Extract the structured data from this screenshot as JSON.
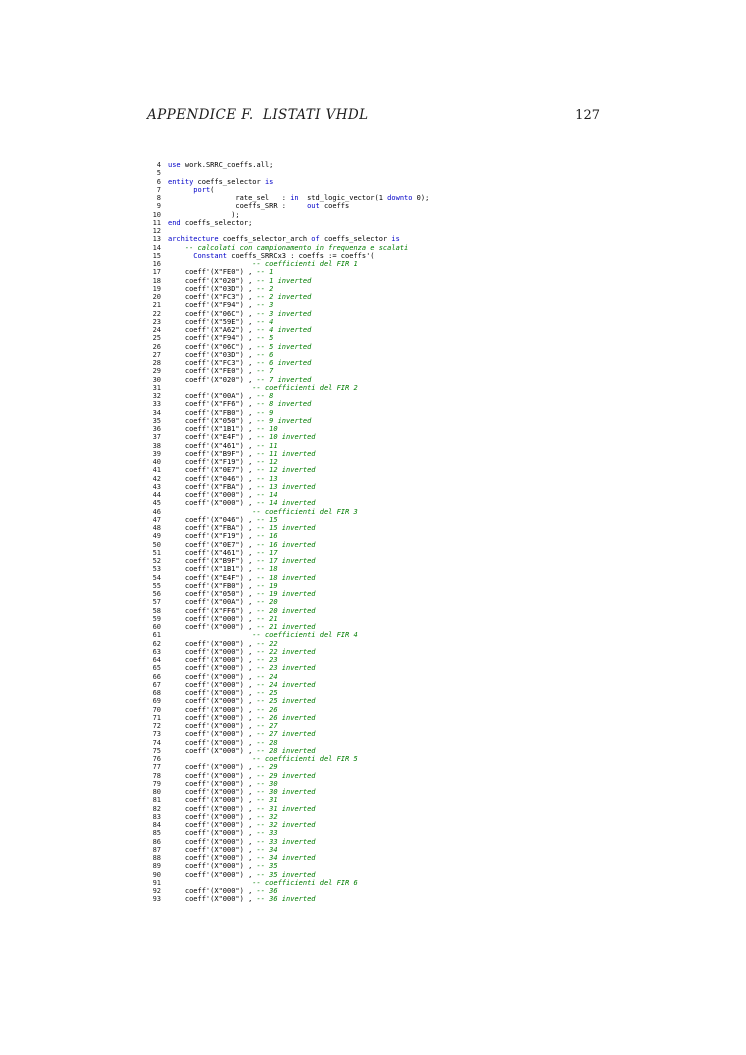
{
  "header": {
    "title": "APPENDICE F.  LISTATI VHDL",
    "page_number": "127"
  },
  "colors": {
    "keyword": "#0000c8",
    "comment": "#007d00",
    "plain": "#000000",
    "lineno": "#1a1a1a",
    "page_bg": "#ffffff"
  },
  "listing": {
    "lines": [
      {
        "n": "4",
        "s": [
          [
            "k",
            "use"
          ],
          [
            "p",
            " work.SRRC_coeffs.all;"
          ]
        ]
      },
      {
        "n": "5",
        "s": []
      },
      {
        "n": "6",
        "s": [
          [
            "k",
            "entity"
          ],
          [
            "p",
            " coeffs_selector "
          ],
          [
            "k",
            "is"
          ]
        ]
      },
      {
        "n": "7",
        "s": [
          [
            "p",
            "      "
          ],
          [
            "k",
            "port"
          ],
          [
            "p",
            "("
          ]
        ]
      },
      {
        "n": "8",
        "s": [
          [
            "p",
            "                rate_sel   : "
          ],
          [
            "k",
            "in"
          ],
          [
            "p",
            "  std_logic_vector(1 "
          ],
          [
            "k",
            "downto"
          ],
          [
            "p",
            " 0);"
          ]
        ]
      },
      {
        "n": "9",
        "s": [
          [
            "p",
            "                coeffs_SRR :     "
          ],
          [
            "k",
            "out"
          ],
          [
            "p",
            " coeffs"
          ]
        ]
      },
      {
        "n": "10",
        "s": [
          [
            "p",
            "               );"
          ]
        ]
      },
      {
        "n": "11",
        "s": [
          [
            "k",
            "end"
          ],
          [
            "p",
            " coeffs_selector;"
          ]
        ]
      },
      {
        "n": "12",
        "s": []
      },
      {
        "n": "13",
        "s": [
          [
            "k",
            "architecture"
          ],
          [
            "p",
            " coeffs_selector_arch "
          ],
          [
            "k",
            "of"
          ],
          [
            "p",
            " coeffs_selector "
          ],
          [
            "k",
            "is"
          ]
        ]
      },
      {
        "n": "14",
        "s": [
          [
            "p",
            "    "
          ],
          [
            "c",
            "-- calcolati con campionamento in frequenza e scalati"
          ]
        ]
      },
      {
        "n": "15",
        "s": [
          [
            "p",
            "      "
          ],
          [
            "k",
            "Constant"
          ],
          [
            "p",
            " coeffs_SRRCx3 : coeffs := coeffs'("
          ]
        ]
      },
      {
        "n": "16",
        "s": [
          [
            "p",
            "                    "
          ],
          [
            "c",
            "-- coefficienti del FIR 1"
          ]
        ]
      },
      {
        "n": "17",
        "s": [
          [
            "p",
            "    coeff'(X\"FE0\") , "
          ],
          [
            "c",
            "-- 1"
          ]
        ]
      },
      {
        "n": "18",
        "s": [
          [
            "p",
            "    coeff'(X\"020\") , "
          ],
          [
            "c",
            "-- 1 inverted"
          ]
        ]
      },
      {
        "n": "19",
        "s": [
          [
            "p",
            "    coeff'(X\"03D\") , "
          ],
          [
            "c",
            "-- 2"
          ]
        ]
      },
      {
        "n": "20",
        "s": [
          [
            "p",
            "    coeff'(X\"FC3\") , "
          ],
          [
            "c",
            "-- 2 inverted"
          ]
        ]
      },
      {
        "n": "21",
        "s": [
          [
            "p",
            "    coeff'(X\"F94\") , "
          ],
          [
            "c",
            "-- 3"
          ]
        ]
      },
      {
        "n": "22",
        "s": [
          [
            "p",
            "    coeff'(X\"06C\") , "
          ],
          [
            "c",
            "-- 3 inverted"
          ]
        ]
      },
      {
        "n": "23",
        "s": [
          [
            "p",
            "    coeff'(X\"59E\") , "
          ],
          [
            "c",
            "-- 4"
          ]
        ]
      },
      {
        "n": "24",
        "s": [
          [
            "p",
            "    coeff'(X\"A62\") , "
          ],
          [
            "c",
            "-- 4 inverted"
          ]
        ]
      },
      {
        "n": "25",
        "s": [
          [
            "p",
            "    coeff'(X\"F94\") , "
          ],
          [
            "c",
            "-- 5"
          ]
        ]
      },
      {
        "n": "26",
        "s": [
          [
            "p",
            "    coeff'(X\"06C\") , "
          ],
          [
            "c",
            "-- 5 inverted"
          ]
        ]
      },
      {
        "n": "27",
        "s": [
          [
            "p",
            "    coeff'(X\"03D\") , "
          ],
          [
            "c",
            "-- 6"
          ]
        ]
      },
      {
        "n": "28",
        "s": [
          [
            "p",
            "    coeff'(X\"FC3\") , "
          ],
          [
            "c",
            "-- 6 inverted"
          ]
        ]
      },
      {
        "n": "29",
        "s": [
          [
            "p",
            "    coeff'(X\"FE0\") , "
          ],
          [
            "c",
            "-- 7"
          ]
        ]
      },
      {
        "n": "30",
        "s": [
          [
            "p",
            "    coeff'(X\"020\") , "
          ],
          [
            "c",
            "-- 7 inverted"
          ]
        ]
      },
      {
        "n": "31",
        "s": [
          [
            "p",
            "                    "
          ],
          [
            "c",
            "-- coefficienti del FIR 2"
          ]
        ]
      },
      {
        "n": "32",
        "s": [
          [
            "p",
            "    coeff'(X\"00A\") , "
          ],
          [
            "c",
            "-- 8"
          ]
        ]
      },
      {
        "n": "33",
        "s": [
          [
            "p",
            "    coeff'(X\"FF6\") , "
          ],
          [
            "c",
            "-- 8 inverted"
          ]
        ]
      },
      {
        "n": "34",
        "s": [
          [
            "p",
            "    coeff'(X\"FB0\") , "
          ],
          [
            "c",
            "-- 9"
          ]
        ]
      },
      {
        "n": "35",
        "s": [
          [
            "p",
            "    coeff'(X\"050\") , "
          ],
          [
            "c",
            "-- 9 inverted"
          ]
        ]
      },
      {
        "n": "36",
        "s": [
          [
            "p",
            "    coeff'(X\"1B1\") , "
          ],
          [
            "c",
            "-- 10"
          ]
        ]
      },
      {
        "n": "37",
        "s": [
          [
            "p",
            "    coeff'(X\"E4F\") , "
          ],
          [
            "c",
            "-- 10 inverted"
          ]
        ]
      },
      {
        "n": "38",
        "s": [
          [
            "p",
            "    coeff'(X\"461\") , "
          ],
          [
            "c",
            "-- 11"
          ]
        ]
      },
      {
        "n": "39",
        "s": [
          [
            "p",
            "    coeff'(X\"B9F\") , "
          ],
          [
            "c",
            "-- 11 inverted"
          ]
        ]
      },
      {
        "n": "40",
        "s": [
          [
            "p",
            "    coeff'(X\"F19\") , "
          ],
          [
            "c",
            "-- 12"
          ]
        ]
      },
      {
        "n": "41",
        "s": [
          [
            "p",
            "    coeff'(X\"0E7\") , "
          ],
          [
            "c",
            "-- 12 inverted"
          ]
        ]
      },
      {
        "n": "42",
        "s": [
          [
            "p",
            "    coeff'(X\"046\") , "
          ],
          [
            "c",
            "-- 13"
          ]
        ]
      },
      {
        "n": "43",
        "s": [
          [
            "p",
            "    coeff'(X\"FBA\") , "
          ],
          [
            "c",
            "-- 13 inverted"
          ]
        ]
      },
      {
        "n": "44",
        "s": [
          [
            "p",
            "    coeff'(X\"000\") , "
          ],
          [
            "c",
            "-- 14"
          ]
        ]
      },
      {
        "n": "45",
        "s": [
          [
            "p",
            "    coeff'(X\"000\") , "
          ],
          [
            "c",
            "-- 14 inverted"
          ]
        ]
      },
      {
        "n": "46",
        "s": [
          [
            "p",
            "                    "
          ],
          [
            "c",
            "-- coefficienti del FIR 3"
          ]
        ]
      },
      {
        "n": "47",
        "s": [
          [
            "p",
            "    coeff'(X\"046\") , "
          ],
          [
            "c",
            "-- 15"
          ]
        ]
      },
      {
        "n": "48",
        "s": [
          [
            "p",
            "    coeff'(X\"FBA\") , "
          ],
          [
            "c",
            "-- 15 inverted"
          ]
        ]
      },
      {
        "n": "49",
        "s": [
          [
            "p",
            "    coeff'(X\"F19\") , "
          ],
          [
            "c",
            "-- 16"
          ]
        ]
      },
      {
        "n": "50",
        "s": [
          [
            "p",
            "    coeff'(X\"0E7\") , "
          ],
          [
            "c",
            "-- 16 inverted"
          ]
        ]
      },
      {
        "n": "51",
        "s": [
          [
            "p",
            "    coeff'(X\"461\") , "
          ],
          [
            "c",
            "-- 17"
          ]
        ]
      },
      {
        "n": "52",
        "s": [
          [
            "p",
            "    coeff'(X\"B9F\") , "
          ],
          [
            "c",
            "-- 17 inverted"
          ]
        ]
      },
      {
        "n": "53",
        "s": [
          [
            "p",
            "    coeff'(X\"1B1\") , "
          ],
          [
            "c",
            "-- 18"
          ]
        ]
      },
      {
        "n": "54",
        "s": [
          [
            "p",
            "    coeff'(X\"E4F\") , "
          ],
          [
            "c",
            "-- 18 inverted"
          ]
        ]
      },
      {
        "n": "55",
        "s": [
          [
            "p",
            "    coeff'(X\"FB0\") , "
          ],
          [
            "c",
            "-- 19"
          ]
        ]
      },
      {
        "n": "56",
        "s": [
          [
            "p",
            "    coeff'(X\"050\") , "
          ],
          [
            "c",
            "-- 19 inverted"
          ]
        ]
      },
      {
        "n": "57",
        "s": [
          [
            "p",
            "    coeff'(X\"00A\") , "
          ],
          [
            "c",
            "-- 20"
          ]
        ]
      },
      {
        "n": "58",
        "s": [
          [
            "p",
            "    coeff'(X\"FF6\") , "
          ],
          [
            "c",
            "-- 20 inverted"
          ]
        ]
      },
      {
        "n": "59",
        "s": [
          [
            "p",
            "    coeff'(X\"000\") , "
          ],
          [
            "c",
            "-- 21"
          ]
        ]
      },
      {
        "n": "60",
        "s": [
          [
            "p",
            "    coeff'(X\"000\") , "
          ],
          [
            "c",
            "-- 21 inverted"
          ]
        ]
      },
      {
        "n": "61",
        "s": [
          [
            "p",
            "                    "
          ],
          [
            "c",
            "-- coefficienti del FIR 4"
          ]
        ]
      },
      {
        "n": "62",
        "s": [
          [
            "p",
            "    coeff'(X\"000\") , "
          ],
          [
            "c",
            "-- 22"
          ]
        ]
      },
      {
        "n": "63",
        "s": [
          [
            "p",
            "    coeff'(X\"000\") , "
          ],
          [
            "c",
            "-- 22 inverted"
          ]
        ]
      },
      {
        "n": "64",
        "s": [
          [
            "p",
            "    coeff'(X\"000\") , "
          ],
          [
            "c",
            "-- 23"
          ]
        ]
      },
      {
        "n": "65",
        "s": [
          [
            "p",
            "    coeff'(X\"000\") , "
          ],
          [
            "c",
            "-- 23 inverted"
          ]
        ]
      },
      {
        "n": "66",
        "s": [
          [
            "p",
            "    coeff'(X\"000\") , "
          ],
          [
            "c",
            "-- 24"
          ]
        ]
      },
      {
        "n": "67",
        "s": [
          [
            "p",
            "    coeff'(X\"000\") , "
          ],
          [
            "c",
            "-- 24 inverted"
          ]
        ]
      },
      {
        "n": "68",
        "s": [
          [
            "p",
            "    coeff'(X\"000\") , "
          ],
          [
            "c",
            "-- 25"
          ]
        ]
      },
      {
        "n": "69",
        "s": [
          [
            "p",
            "    coeff'(X\"000\") , "
          ],
          [
            "c",
            "-- 25 inverted"
          ]
        ]
      },
      {
        "n": "70",
        "s": [
          [
            "p",
            "    coeff'(X\"000\") , "
          ],
          [
            "c",
            "-- 26"
          ]
        ]
      },
      {
        "n": "71",
        "s": [
          [
            "p",
            "    coeff'(X\"000\") , "
          ],
          [
            "c",
            "-- 26 inverted"
          ]
        ]
      },
      {
        "n": "72",
        "s": [
          [
            "p",
            "    coeff'(X\"000\") , "
          ],
          [
            "c",
            "-- 27"
          ]
        ]
      },
      {
        "n": "73",
        "s": [
          [
            "p",
            "    coeff'(X\"000\") , "
          ],
          [
            "c",
            "-- 27 inverted"
          ]
        ]
      },
      {
        "n": "74",
        "s": [
          [
            "p",
            "    coeff'(X\"000\") , "
          ],
          [
            "c",
            "-- 28"
          ]
        ]
      },
      {
        "n": "75",
        "s": [
          [
            "p",
            "    coeff'(X\"000\") , "
          ],
          [
            "c",
            "-- 28 inverted"
          ]
        ]
      },
      {
        "n": "76",
        "s": [
          [
            "p",
            "                    "
          ],
          [
            "c",
            "-- coefficienti del FIR 5"
          ]
        ]
      },
      {
        "n": "77",
        "s": [
          [
            "p",
            "    coeff'(X\"000\") , "
          ],
          [
            "c",
            "-- 29"
          ]
        ]
      },
      {
        "n": "78",
        "s": [
          [
            "p",
            "    coeff'(X\"000\") , "
          ],
          [
            "c",
            "-- 29 inverted"
          ]
        ]
      },
      {
        "n": "79",
        "s": [
          [
            "p",
            "    coeff'(X\"000\") , "
          ],
          [
            "c",
            "-- 30"
          ]
        ]
      },
      {
        "n": "80",
        "s": [
          [
            "p",
            "    coeff'(X\"000\") , "
          ],
          [
            "c",
            "-- 30 inverted"
          ]
        ]
      },
      {
        "n": "81",
        "s": [
          [
            "p",
            "    coeff'(X\"000\") , "
          ],
          [
            "c",
            "-- 31"
          ]
        ]
      },
      {
        "n": "82",
        "s": [
          [
            "p",
            "    coeff'(X\"000\") , "
          ],
          [
            "c",
            "-- 31 inverted"
          ]
        ]
      },
      {
        "n": "83",
        "s": [
          [
            "p",
            "    coeff'(X\"000\") , "
          ],
          [
            "c",
            "-- 32"
          ]
        ]
      },
      {
        "n": "84",
        "s": [
          [
            "p",
            "    coeff'(X\"000\") , "
          ],
          [
            "c",
            "-- 32 inverted"
          ]
        ]
      },
      {
        "n": "85",
        "s": [
          [
            "p",
            "    coeff'(X\"000\") , "
          ],
          [
            "c",
            "-- 33"
          ]
        ]
      },
      {
        "n": "86",
        "s": [
          [
            "p",
            "    coeff'(X\"000\") , "
          ],
          [
            "c",
            "-- 33 inverted"
          ]
        ]
      },
      {
        "n": "87",
        "s": [
          [
            "p",
            "    coeff'(X\"000\") , "
          ],
          [
            "c",
            "-- 34"
          ]
        ]
      },
      {
        "n": "88",
        "s": [
          [
            "p",
            "    coeff'(X\"000\") , "
          ],
          [
            "c",
            "-- 34 inverted"
          ]
        ]
      },
      {
        "n": "89",
        "s": [
          [
            "p",
            "    coeff'(X\"000\") , "
          ],
          [
            "c",
            "-- 35"
          ]
        ]
      },
      {
        "n": "90",
        "s": [
          [
            "p",
            "    coeff'(X\"000\") , "
          ],
          [
            "c",
            "-- 35 inverted"
          ]
        ]
      },
      {
        "n": "91",
        "s": [
          [
            "p",
            "                    "
          ],
          [
            "c",
            "-- coefficienti del FIR 6"
          ]
        ]
      },
      {
        "n": "92",
        "s": [
          [
            "p",
            "    coeff'(X\"000\") , "
          ],
          [
            "c",
            "-- 36"
          ]
        ]
      },
      {
        "n": "93",
        "s": [
          [
            "p",
            "    coeff'(X\"000\") , "
          ],
          [
            "c",
            "-- 36 inverted"
          ]
        ]
      }
    ]
  }
}
